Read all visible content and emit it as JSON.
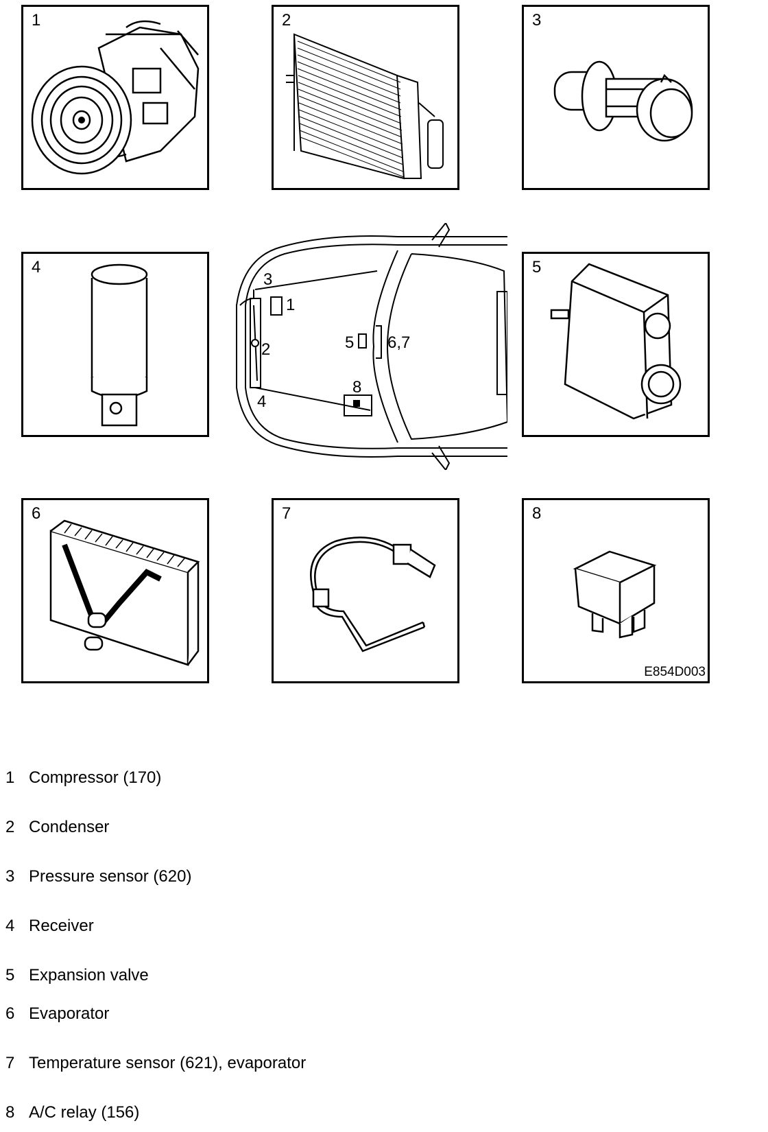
{
  "panels": [
    {
      "number": "1",
      "icon": "compressor-icon"
    },
    {
      "number": "2",
      "icon": "condenser-icon"
    },
    {
      "number": "3",
      "icon": "pressure-sensor-icon"
    },
    {
      "number": "4",
      "icon": "receiver-icon"
    },
    {
      "number": "5",
      "icon": "expansion-valve-icon"
    },
    {
      "number": "6",
      "icon": "evaporator-icon"
    },
    {
      "number": "7",
      "icon": "temperature-sensor-icon"
    },
    {
      "number": "8",
      "icon": "relay-icon"
    }
  ],
  "figure_code": "E854D003",
  "car_labels": {
    "l1": "1",
    "l2": "2",
    "l3": "3",
    "l4": "4",
    "l5": "5",
    "l67": "6,7",
    "l8": "8"
  },
  "legend": [
    {
      "number": "1",
      "text": "Compressor (170)"
    },
    {
      "number": "2",
      "text": "Condenser"
    },
    {
      "number": "3",
      "text": "Pressure sensor (620)"
    },
    {
      "number": "4",
      "text": "Receiver"
    },
    {
      "number": "5",
      "text": "Expansion valve"
    },
    {
      "number": "6",
      "text": "Evaporator"
    },
    {
      "number": "7",
      "text": "Temperature sensor (621), evaporator"
    },
    {
      "number": "8",
      "text": "A/C relay (156)"
    }
  ]
}
